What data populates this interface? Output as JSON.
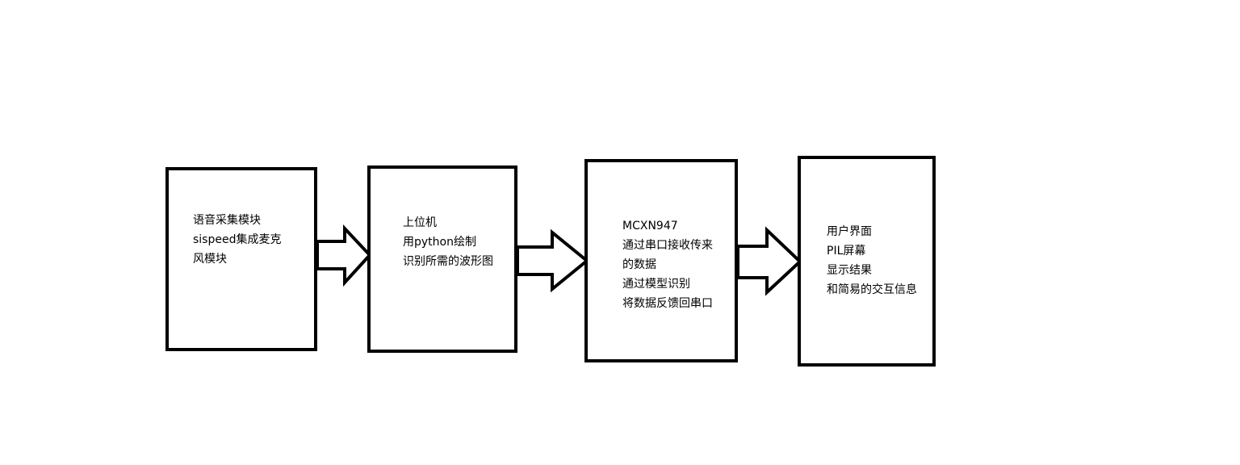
{
  "diagram": {
    "nodes": [
      {
        "id": "voice-capture",
        "lines": [
          "语音采集模块",
          "sispeed集成麦克",
          "风模块"
        ]
      },
      {
        "id": "host-pc",
        "lines": [
          "上位机",
          "用python绘制",
          "识别所需的波形图"
        ]
      },
      {
        "id": "mcxn947",
        "lines": [
          "MCXN947",
          "通过串口接收传来",
          "的数据",
          "通过模型识别",
          "将数据反馈回串口"
        ]
      },
      {
        "id": "user-interface",
        "lines": [
          "用户界面",
          "PIL屏幕",
          "显示结果",
          "和简易的交互信息"
        ]
      }
    ],
    "edges": [
      {
        "from": "voice-capture",
        "to": "host-pc"
      },
      {
        "from": "host-pc",
        "to": "mcxn947"
      },
      {
        "from": "mcxn947",
        "to": "user-interface"
      }
    ],
    "colors": {
      "stroke": "#000000",
      "fill": "#ffffff",
      "text": "#000000"
    }
  }
}
